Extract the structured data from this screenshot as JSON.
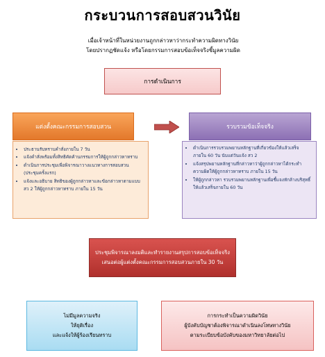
{
  "title": "กระบวนการสอบสวนวินัย",
  "intro": {
    "line1": "เมื่อเจ้าหน้าที่ในหน่วยงานถูกกล่าวหาว่ากระทำความผิดทางวินัย",
    "line2": "โดยปรากฏชัดแจ้ง หรือโดยกรรมการสอบข้อเท็จจริงชี้มูลความผิด"
  },
  "start_box": "การดำเนินการ",
  "left_header": "แต่งตั้งคณะกรรมการสอบสวน",
  "right_header": "รวบรวมข้อเท็จจริง",
  "left_items": [
    "ประธานรับทราบคำสั่งภายใน 7 วัน",
    "แจ้งคำสั่งพร้อมทั้งสิทธิคัดค้านกรรมการให้ผู้ถูกกล่าวหาทราบ",
    "ดำเนินการประชุมเพื่อพิจารณาวางแนวทางการสอบสวน (ประชุมครั้งแรก)",
    "แจ้งและอธิบาย สิทธิของผู้ถูกกล่าวหาและข้อกล่าวหาตามแบบ สว 2 ให้ผู้ถูกกล่าวหาทราบ ภายใน 15 วัน"
  ],
  "right_items": [
    "ดำเนินการรวบรวมพยานหลักฐานที่เกี่ยวข้องให้แล้วเสร็จภายใน 60 วัน นับแต่วันแจ้ง สว 2",
    "แจ้งสรุปพยานหลักฐานที่กล่าวหาว่าผู้ถูกกล่าวหาได้กระทำความผิดให้ผู้ถูกกล่าวหาทราบ ภายใน 15 วัน",
    "ให้ผู้ถูกกล่าวหา รวบรวมพยานหลักฐานเพื่อชี้แจงหักล้างบริสุทธิ์ ให้แล้วเสร็จภายใน 60 วัน"
  ],
  "meeting": {
    "line1": "ประชุมพิจารณาลงมติและทำรายงานสรุปการสอบข้อเท็จจริง",
    "line2": "เสนอต่อผู้แต่งตั้งคณะกรรมการสอบสวนภายใน 30 วัน"
  },
  "outcome_left": {
    "line1": "ไม่มีมูลความจริง",
    "line2": "ให้ยุติเรื่อง",
    "line3": "และแจ้งให้ผู้ร้องเรียนทราบ"
  },
  "outcome_right": {
    "line1": "การกระทำเป็นความผิดวินัย",
    "line2": "ผู้บังคับบัญชาต้องพิจารณาดำเนินลงโทษทางวินัย",
    "line3": "ตามระเบียบข้อบังคับของมหาวิทยาลัยต่อไป"
  }
}
